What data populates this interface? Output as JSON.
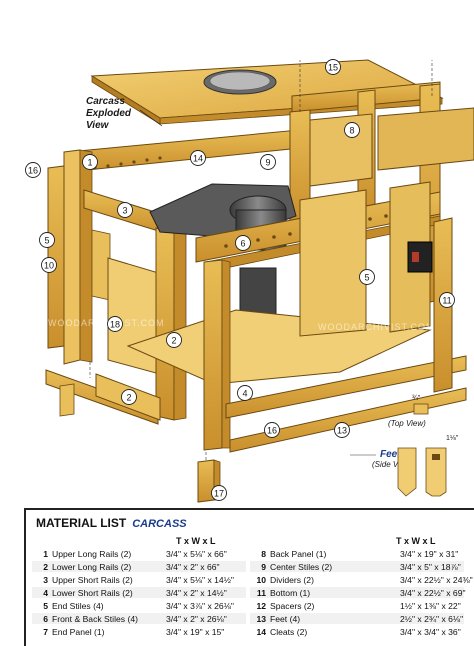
{
  "diagram": {
    "title_lines": [
      "Carcass",
      "Exploded",
      "View"
    ],
    "watermark": "WOODARCHIVIST.COM",
    "callouts": [
      "15",
      "16",
      "1",
      "14",
      "9",
      "8",
      "3",
      "6",
      "5",
      "10",
      "5",
      "2",
      "18",
      "11",
      "4",
      "2",
      "16",
      "13",
      "17"
    ],
    "feet": {
      "top_view_label": "(Top View)",
      "title": "Feet",
      "side_view_label": "(Side View)",
      "dim_top": "¾\"",
      "dim_side": "1⅛\"",
      "callout_left": "13",
      "callout_right": "13"
    },
    "colors": {
      "wood": "#e6b54a",
      "wood_dark": "#c88f2a",
      "wood_light": "#f3d27a",
      "metal": "#555555",
      "accent": "#1a3c8c"
    }
  },
  "material_list": {
    "title": "MATERIAL LIST",
    "subtitle": "CARCASS",
    "dim_header": "T x W x L",
    "left": [
      {
        "num": "1",
        "name": "Upper Long Rails (2)",
        "dim": "3/4\" x 5⅛\" x 66\""
      },
      {
        "num": "2",
        "name": "Lower Long Rails (2)",
        "dim": "3/4\" x 2\" x 66\""
      },
      {
        "num": "3",
        "name": "Upper Short Rails (2)",
        "dim": "3/4\" x 5⅛\" x 14½\""
      },
      {
        "num": "4",
        "name": "Lower Short Rails (2)",
        "dim": "3/4\" x 2\" x 14½\""
      },
      {
        "num": "5",
        "name": "End Stiles (4)",
        "dim": "3/4\" x 3⅞\" x 26⅛\""
      },
      {
        "num": "6",
        "name": "Front & Back Stiles (4)",
        "dim": "3/4\" x 2\" x 26⅛\""
      },
      {
        "num": "7",
        "name": "End Panel (1)",
        "dim": "3/4\" x 19\" x 15\""
      }
    ],
    "right": [
      {
        "num": "8",
        "name": "Back Panel (1)",
        "dim": "3/4\" x 19\" x 31\""
      },
      {
        "num": "9",
        "name": "Center Stiles (2)",
        "dim": "3/4\" x 5\" x 18⅞\""
      },
      {
        "num": "10",
        "name": "Dividers (2)",
        "dim": "3/4\" x 22½\" x 24⅜\""
      },
      {
        "num": "11",
        "name": "Bottom (1)",
        "dim": "3/4\" x 22½\" x 69\""
      },
      {
        "num": "12",
        "name": "Spacers (2)",
        "dim": "1½\" x 1⅜\" x 22\""
      },
      {
        "num": "13",
        "name": "Feet (4)",
        "dim": "2½\" x 2¾\" x 6⅛\""
      },
      {
        "num": "14",
        "name": "Cleats (2)",
        "dim": "3/4\" x 3/4\" x 36\""
      }
    ]
  }
}
